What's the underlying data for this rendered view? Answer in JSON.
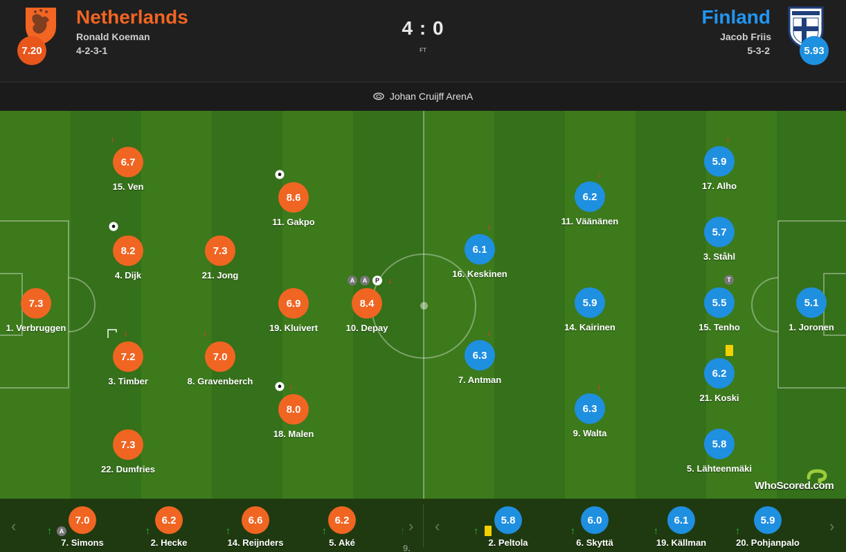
{
  "home": {
    "name": "Netherlands",
    "manager": "Ronald Koeman",
    "formation": "4-2-3-1",
    "rating": "7.20",
    "color": "#f06522",
    "players": [
      {
        "num_name": "1. Verbruggen",
        "rating": "7.3"
      },
      {
        "num_name": "15. Ven",
        "rating": "6.7"
      },
      {
        "num_name": "4. Dijk",
        "rating": "8.2"
      },
      {
        "num_name": "3. Timber",
        "rating": "7.2"
      },
      {
        "num_name": "22. Dumfries",
        "rating": "7.3"
      },
      {
        "num_name": "21. Jong",
        "rating": "7.3"
      },
      {
        "num_name": "8. Gravenberch",
        "rating": "7.0"
      },
      {
        "num_name": "11. Gakpo",
        "rating": "8.6"
      },
      {
        "num_name": "19. Kluivert",
        "rating": "6.9"
      },
      {
        "num_name": "18. Malen",
        "rating": "8.0"
      },
      {
        "num_name": "10. Depay",
        "rating": "8.4"
      }
    ],
    "bench": [
      {
        "num_name": "7. Simons",
        "rating": "7.0"
      },
      {
        "num_name": "2. Hecke",
        "rating": "6.2"
      },
      {
        "num_name": "14. Reijnders",
        "rating": "6.6"
      },
      {
        "num_name": "5. Aké",
        "rating": "6.2"
      },
      {
        "num_name": "9.",
        "rating": ""
      }
    ]
  },
  "away": {
    "name": "Finland",
    "manager": "Jacob Friis",
    "formation": "5-3-2",
    "rating": "5.93",
    "color": "#1f8fe0",
    "players": [
      {
        "num_name": "1. Joronen",
        "rating": "5.1"
      },
      {
        "num_name": "17. Alho",
        "rating": "5.9"
      },
      {
        "num_name": "3. Ståhl",
        "rating": "5.7"
      },
      {
        "num_name": "15. Tenho",
        "rating": "5.5"
      },
      {
        "num_name": "21. Koski",
        "rating": "6.2"
      },
      {
        "num_name": "5. Lähteenmäki",
        "rating": "5.8"
      },
      {
        "num_name": "11. Väänänen",
        "rating": "6.2"
      },
      {
        "num_name": "14. Kairinen",
        "rating": "5.9"
      },
      {
        "num_name": "9. Walta",
        "rating": "6.3"
      },
      {
        "num_name": "16. Keskinen",
        "rating": "6.1"
      },
      {
        "num_name": "7. Antman",
        "rating": "6.3"
      }
    ],
    "bench": [
      {
        "num_name": "2. Peltola",
        "rating": "5.8"
      },
      {
        "num_name": "6. Skyttä",
        "rating": "6.0"
      },
      {
        "num_name": "19. Källman",
        "rating": "6.1"
      },
      {
        "num_name": "20. Pohjanpalo",
        "rating": "5.9"
      }
    ]
  },
  "score": "4 : 0",
  "status": "FT",
  "venue": "Johan Cruijff ArenA",
  "badges": {
    "assist": "A",
    "penalty": "P",
    "team": "T"
  },
  "watermark": {
    "brand": "WhoScored",
    "suffix": ".com"
  },
  "nav": {
    "prev": "‹",
    "next": "›"
  },
  "colors": {
    "pitch_light": "#3c7a1c",
    "pitch_dark": "#356d18",
    "sub_off": "#e53935",
    "sub_on": "#25c13a",
    "yellow": "#f5d000"
  }
}
